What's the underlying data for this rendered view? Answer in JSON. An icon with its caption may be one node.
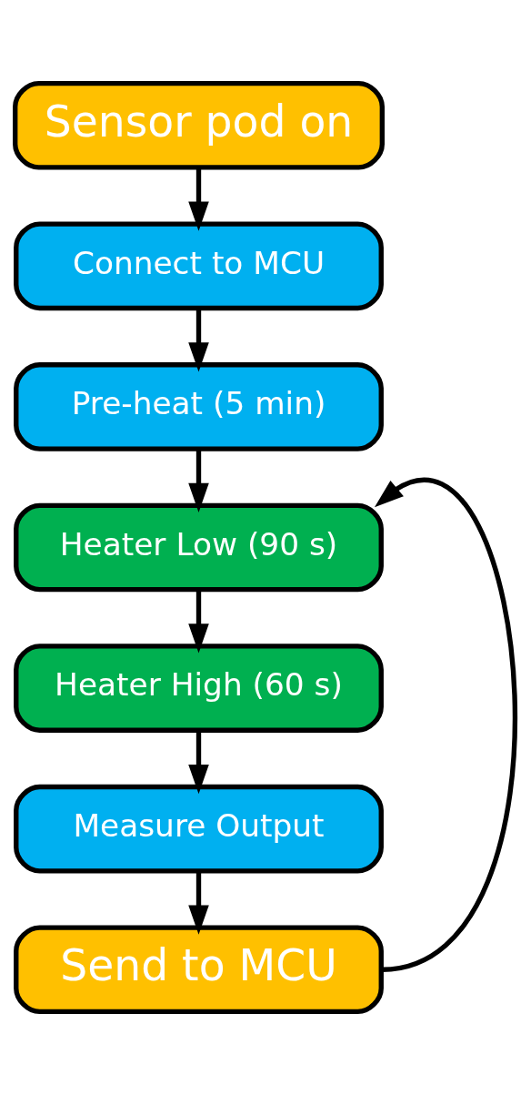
{
  "diagram": {
    "nodes": [
      {
        "text": [
          "Sensor pod on"
        ]
      },
      {
        "text": [
          "Connect to MCU"
        ]
      },
      {
        "text": [
          "Pre-heat (5 min)"
        ]
      },
      {
        "text": [
          "Heater Low (90 s)"
        ]
      },
      {
        "text": [
          "Heater High (60 s)"
        ]
      },
      {
        "text": [
          "Measure Output"
        ]
      },
      {
        "text": [
          "Send to MCU"
        ]
      }
    ],
    "edges": [
      {
        "from": 0,
        "to": 1,
        "arrow": "to"
      },
      {
        "from": 1,
        "to": 2,
        "arrow": "to"
      },
      {
        "from": 2,
        "to": 3,
        "arrow": "to"
      },
      {
        "from": 3,
        "to": 4,
        "arrow": "to"
      },
      {
        "from": 4,
        "to": 5,
        "arrow": "to"
      },
      {
        "from": 5,
        "to": 6,
        "arrow": "to"
      },
      {
        "from": 6,
        "to": 3,
        "arrow": "to"
      }
    ]
  }
}
